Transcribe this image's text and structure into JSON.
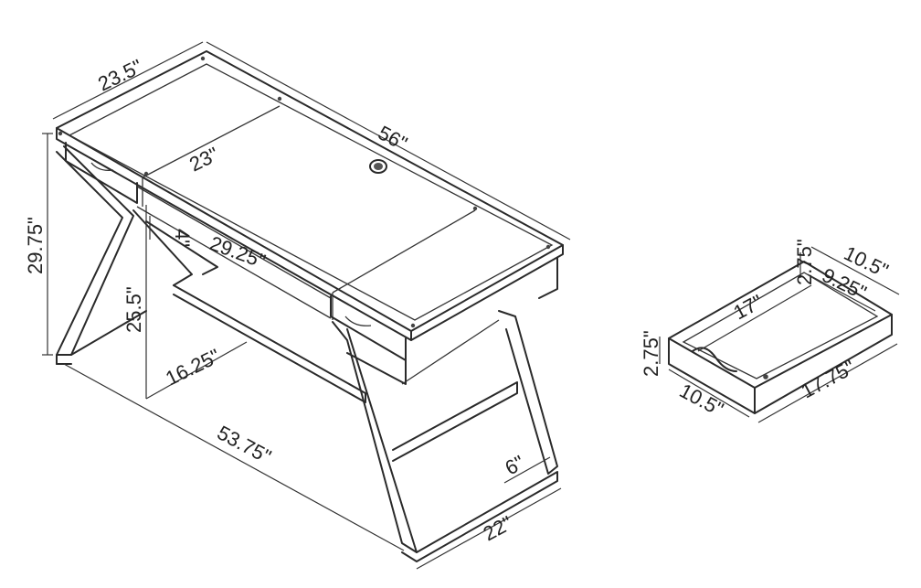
{
  "desk": {
    "width_depth": "23.5\"",
    "length": "56\"",
    "inner_depth": "23\"",
    "drawer_height": "4\"",
    "inner_length": "29.25\"",
    "height": "29.75\"",
    "knee_height": "25.5\"",
    "leg_depth": "16.25\"",
    "base_length": "53.75\"",
    "foot_width": "6\"",
    "foot_depth": "22\""
  },
  "drawer": {
    "width": "10.5\"",
    "inner_height": "2.75\"",
    "inner_width": "9.25\"",
    "inner_length": "17\"",
    "height": "2.75\"",
    "front_width": "10.5\"",
    "length": "17.75\""
  }
}
